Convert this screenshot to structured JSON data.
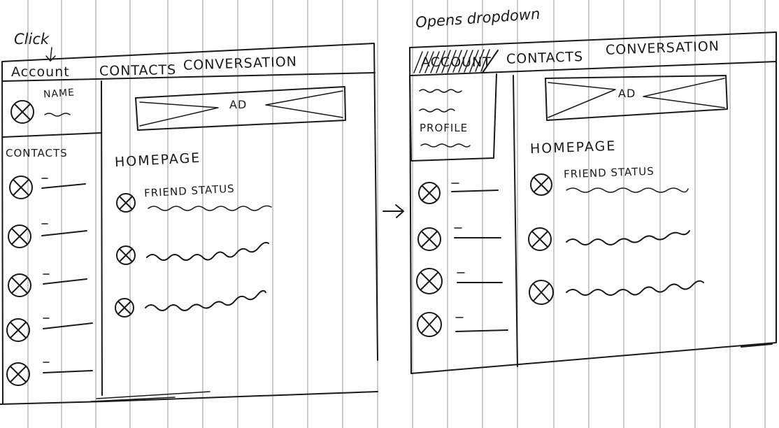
{
  "annotations": {
    "click": "Click",
    "opens": "Opens dropdown"
  },
  "sketch_before": {
    "menu": [
      "Account",
      "CONTACTS",
      "CONVERSATION"
    ],
    "profile_name": "NAME",
    "contacts_heading": "CONTACTS",
    "ad_label": "AD",
    "homepage_title": "HOMEPAGE",
    "feed_item_label": "FRIEND STATUS"
  },
  "sketch_after": {
    "menu": [
      "ACCOUNT",
      "CONTACTS",
      "CONVERSATION"
    ],
    "dropdown_item": "PROFILE",
    "ad_label": "AD",
    "homepage_title": "HOMEPAGE",
    "feed_item_label": "FRIEND STATUS"
  },
  "icons": {
    "avatar": "avatar-placeholder-icon",
    "arrow": "right-arrow-icon"
  }
}
